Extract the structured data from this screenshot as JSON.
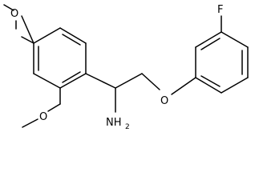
{
  "structure": {
    "atoms": {
      "o_para": "O",
      "o_ortho": "O",
      "amine": "NH",
      "amine_sub": "2",
      "o_ether": "O",
      "fluorine": "F"
    }
  }
}
